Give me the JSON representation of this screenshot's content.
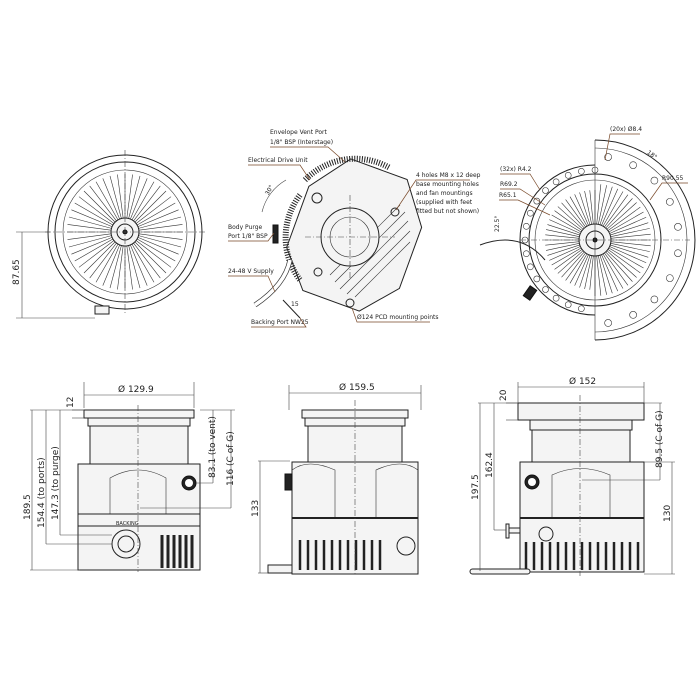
{
  "top_left_view": {
    "height_dim": "87.65"
  },
  "top_middle_view": {
    "envelope_vent_port": [
      "Envelope Vent Port",
      "1/8\" BSP (Interstage)"
    ],
    "electrical_drive_unit": "Electrical Drive Unit",
    "mounting_holes_note": [
      "4 holes M8 x 12 deep",
      "base mounting holes",
      "and fan mountings",
      "(supplied with feet",
      "fitted but not shown)"
    ],
    "body_purge_port": [
      "Body Purge",
      "Port 1/8\" BSP"
    ],
    "supply": "24-48 V Supply",
    "backing_port": "Backing Port NW25",
    "pcd": "Ø124 PCD mounting points",
    "angle": "30°",
    "small_dim": "15"
  },
  "top_right_view": {
    "holes_20x": "(20x) Ø8.4",
    "angle_18": "18°",
    "r90": "R90.55",
    "holes_32x": "(32x) R4.2",
    "r69": "R69.2",
    "r65": "R65.1",
    "angle_22": "22.5°"
  },
  "bottom_left_view": {
    "diameter": "Ø 129.9",
    "flange_thickness": "12",
    "overall_height": "189.5",
    "to_ports": "154.4 (to ports)",
    "to_purge": "147.3 (to purge)",
    "to_vent": "83.1 (to vent)",
    "cog": "116 (C of G)",
    "backing_label": "BACKING"
  },
  "bottom_middle_view": {
    "diameter": "Ø 159.5",
    "body_height": "133"
  },
  "bottom_right_view": {
    "diameter": "Ø 152",
    "flange_thickness": "20",
    "overall_height": "197.5",
    "port_height": "162.4",
    "cog": "89.5 (C of G)",
    "body_height": "130"
  }
}
